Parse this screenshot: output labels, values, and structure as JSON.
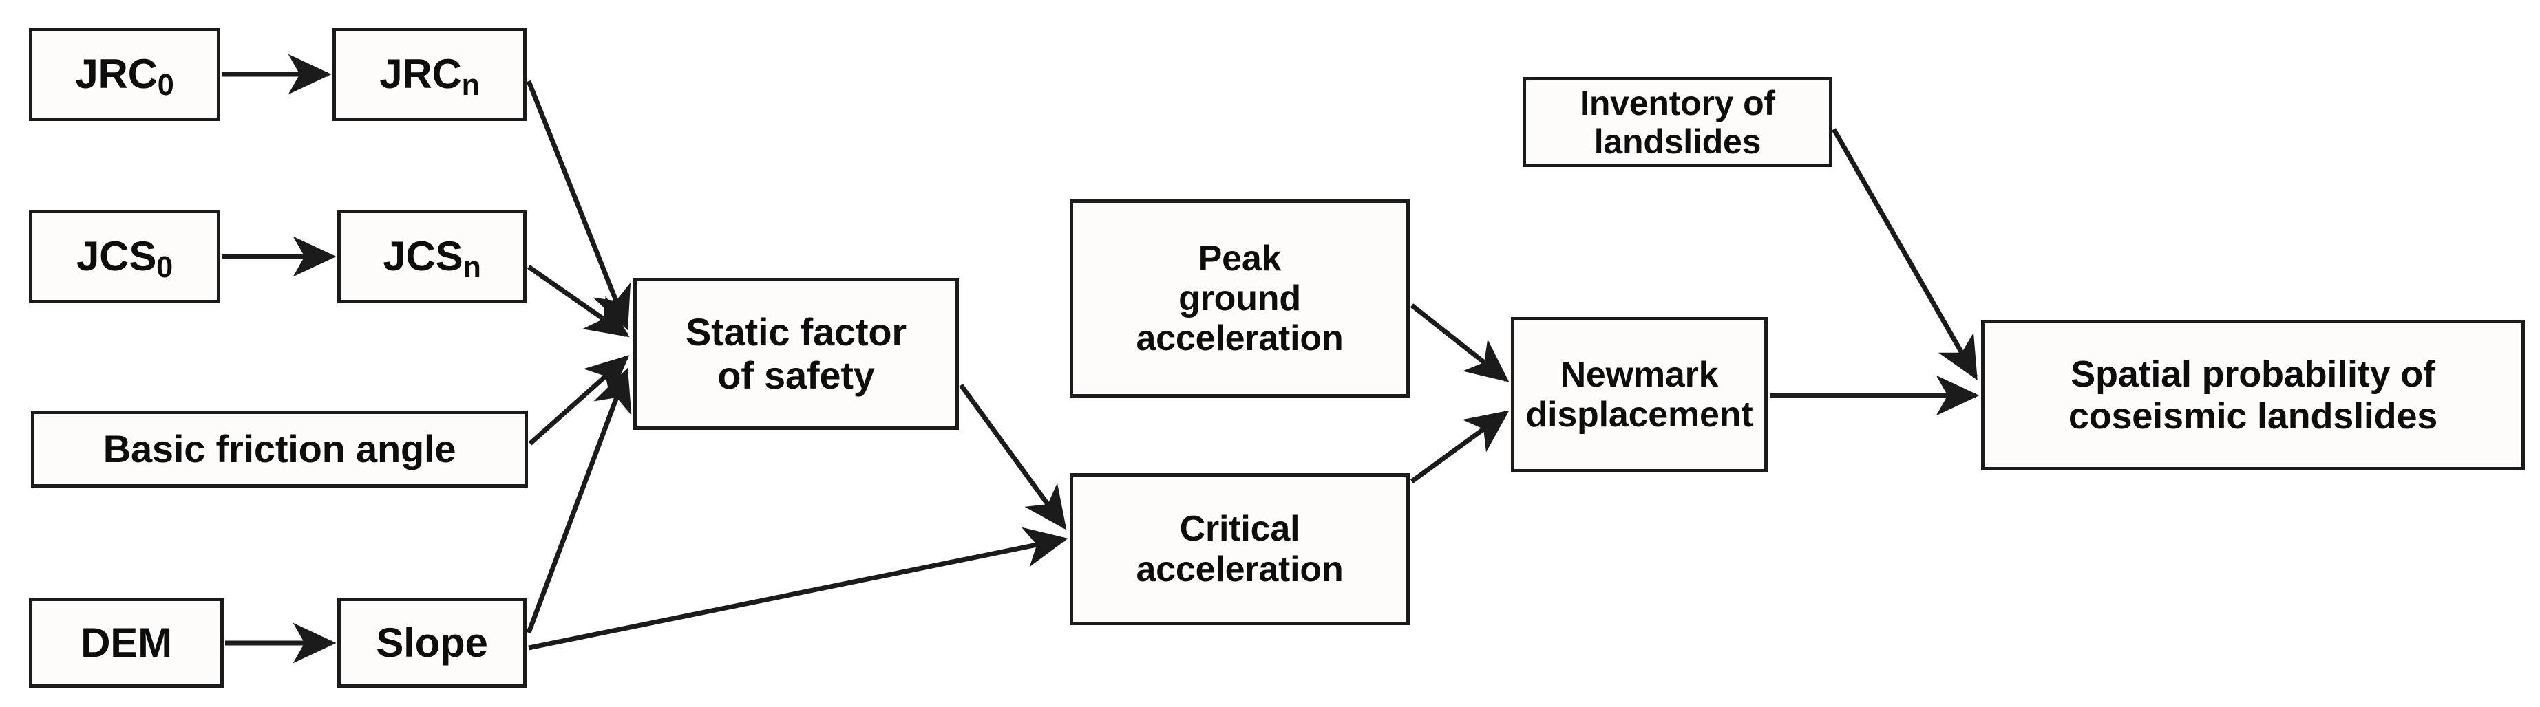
{
  "diagram": {
    "title": "Coseismic landslide spatial probability workflow",
    "background_color": "#ffffff",
    "node_fill_color": "#fdfcfa",
    "node_border_color": "#1b1b1b",
    "edge_color": "#1b1b1b",
    "text_color": "#0d0d0d"
  },
  "nodes": {
    "jrc0": {
      "label": "JRC",
      "subscript": "0",
      "full_text": "JRC0"
    },
    "jrcn": {
      "label": "JRC",
      "subscript": "n",
      "full_text": "JRCn"
    },
    "jcs0": {
      "label": "JCS",
      "subscript": "0",
      "full_text": "JCS0"
    },
    "jcsn": {
      "label": "JCS",
      "subscript": "n",
      "full_text": "JCSn"
    },
    "bfa": {
      "label": "Basic friction angle"
    },
    "dem": {
      "label": "DEM"
    },
    "slope": {
      "label": "Slope"
    },
    "sfs": {
      "line1": "Static factor",
      "line2": "of safety"
    },
    "pga": {
      "line1": "Peak",
      "line2": "ground",
      "line3": "acceleration"
    },
    "ca": {
      "line1": "Critical",
      "line2": "acceleration"
    },
    "inv": {
      "line1": "Inventory of",
      "line2": "landslides"
    },
    "nmd": {
      "line1": "Newmark",
      "line2": "displacement"
    },
    "spcl": {
      "line1": "Spatial probability of",
      "line2": "coseismic landslides"
    }
  },
  "edges": [
    {
      "name": "jrc0-to-jrcn",
      "from": "jrc0",
      "to": "jrcn",
      "style": "straight-arrow"
    },
    {
      "name": "jcs0-to-jcsn",
      "from": "jcs0",
      "to": "jcsn",
      "style": "straight-arrow"
    },
    {
      "name": "dem-to-slope",
      "from": "dem",
      "to": "slope",
      "style": "straight-arrow"
    },
    {
      "name": "jrcn-to-sfs",
      "from": "jrcn",
      "to": "sfs",
      "style": "diagonal-arrow"
    },
    {
      "name": "jcsn-to-sfs",
      "from": "jcsn",
      "to": "sfs",
      "style": "diagonal-arrow"
    },
    {
      "name": "bfa-to-sfs",
      "from": "bfa",
      "to": "sfs",
      "style": "diagonal-arrow"
    },
    {
      "name": "slope-to-sfs",
      "from": "slope",
      "to": "sfs",
      "style": "diagonal-arrow"
    },
    {
      "name": "sfs-to-ca",
      "from": "sfs",
      "to": "ca",
      "style": "diagonal-arrow"
    },
    {
      "name": "slope-to-ca",
      "from": "slope",
      "to": "ca",
      "style": "diagonal-arrow"
    },
    {
      "name": "pga-to-nmd",
      "from": "pga",
      "to": "nmd",
      "style": "diagonal-arrow"
    },
    {
      "name": "ca-to-nmd",
      "from": "ca",
      "to": "nmd",
      "style": "diagonal-arrow"
    },
    {
      "name": "inv-to-spcl",
      "from": "inv",
      "to": "spcl",
      "style": "diagonal-arrow"
    },
    {
      "name": "nmd-to-spcl",
      "from": "nmd",
      "to": "spcl",
      "style": "straight-arrow"
    }
  ]
}
